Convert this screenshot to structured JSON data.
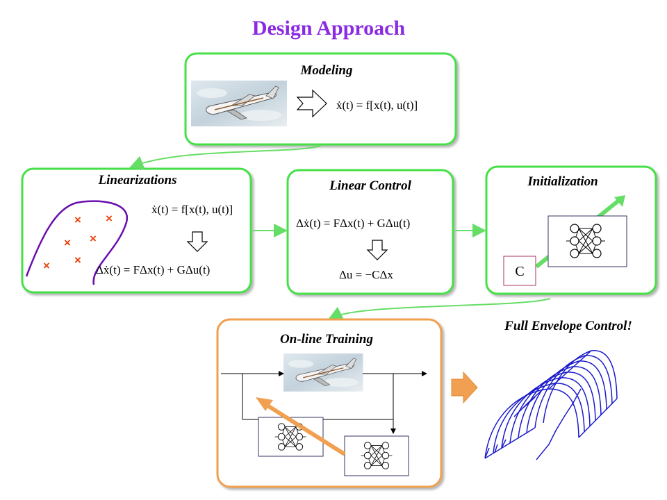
{
  "title": "Design Approach",
  "boxes": {
    "modeling": {
      "label": "Modeling",
      "equation": "ẋ(t) = f[x(t), u(t)]"
    },
    "linearizations": {
      "label": "Linearizations",
      "equation_top": "ẋ(t) = f[x(t), u(t)]",
      "equation_bottom": "Δẋ(t) = FΔx(t) + GΔu(t)"
    },
    "linear_control": {
      "label": "Linear Control",
      "equation_top": "Δẋ(t) = FΔx(t) + GΔu(t)",
      "equation_bottom": "Δu = −CΔx"
    },
    "initialization": {
      "label": "Initialization",
      "matrix_label": "C"
    },
    "online_training": {
      "label": "On-line Training"
    }
  },
  "result_label": "Full Envelope Control!",
  "colors": {
    "title": "#8a2be2",
    "box_border": "#44e044",
    "training_border": "#f0a050",
    "arrow_green": "#66dd66",
    "arrow_orange": "#f0a050",
    "crosses": "#e8400a",
    "envelope": "#1a1acc",
    "region_outline": "#6a0dad"
  }
}
